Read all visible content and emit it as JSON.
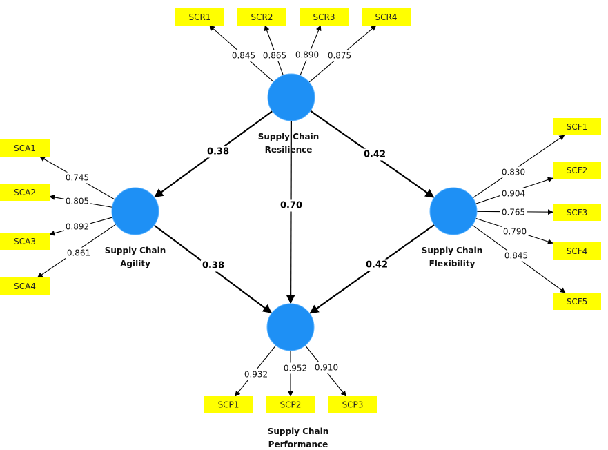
{
  "diagram": {
    "type": "structural-equation-model",
    "colors": {
      "construct_fill": "#1E90F5",
      "indicator_fill": "#FFFF00",
      "line": "#000000",
      "background": "#FFFFFF"
    },
    "constructs": [
      {
        "id": "SCR",
        "name_line1": "Supply Chain",
        "name_line2": "Resilience"
      },
      {
        "id": "SCA",
        "name_line1": "Supply Chain",
        "name_line2": "Agility"
      },
      {
        "id": "SCF",
        "name_line1": "Supply Chain",
        "name_line2": "Flexibility"
      },
      {
        "id": "SCP",
        "name_line1": "Supply Chain",
        "name_line2": "Performance"
      }
    ],
    "indicators": [
      {
        "id": "SCR1",
        "label": "SCR1",
        "construct": "SCR",
        "loading": "0.845"
      },
      {
        "id": "SCR2",
        "label": "SCR2",
        "construct": "SCR",
        "loading": "0.865"
      },
      {
        "id": "SCR3",
        "label": "SCR3",
        "construct": "SCR",
        "loading": "0.890"
      },
      {
        "id": "SCR4",
        "label": "SCR4",
        "construct": "SCR",
        "loading": "0.875"
      },
      {
        "id": "SCA1",
        "label": "SCA1",
        "construct": "SCA",
        "loading": "0.745"
      },
      {
        "id": "SCA2",
        "label": "SCA2",
        "construct": "SCA",
        "loading": "0.805"
      },
      {
        "id": "SCA3",
        "label": "SCA3",
        "construct": "SCA",
        "loading": "0.892"
      },
      {
        "id": "SCA4",
        "label": "SCA4",
        "construct": "SCA",
        "loading": "0.861"
      },
      {
        "id": "SCF1",
        "label": "SCF1",
        "construct": "SCF",
        "loading": "0.830"
      },
      {
        "id": "SCF2",
        "label": "SCF2",
        "construct": "SCF",
        "loading": "0.904"
      },
      {
        "id": "SCF3",
        "label": "SCF3",
        "construct": "SCF",
        "loading": "0.765"
      },
      {
        "id": "SCF4",
        "label": "SCF4",
        "construct": "SCF",
        "loading": "0.790"
      },
      {
        "id": "SCF5",
        "label": "SCF5",
        "construct": "SCF",
        "loading": "0.845"
      },
      {
        "id": "SCP1",
        "label": "SCP1",
        "construct": "SCP",
        "loading": "0.932"
      },
      {
        "id": "SCP2",
        "label": "SCP2",
        "construct": "SCP",
        "loading": "0.952"
      },
      {
        "id": "SCP3",
        "label": "SCP3",
        "construct": "SCP",
        "loading": "0.910"
      }
    ],
    "paths": [
      {
        "from": "SCR",
        "to": "SCA",
        "coefficient": "0.38"
      },
      {
        "from": "SCR",
        "to": "SCF",
        "coefficient": "0.42"
      },
      {
        "from": "SCR",
        "to": "SCP",
        "coefficient": "0.70"
      },
      {
        "from": "SCA",
        "to": "SCP",
        "coefficient": "0.38"
      },
      {
        "from": "SCF",
        "to": "SCP",
        "coefficient": "0.42"
      }
    ]
  }
}
